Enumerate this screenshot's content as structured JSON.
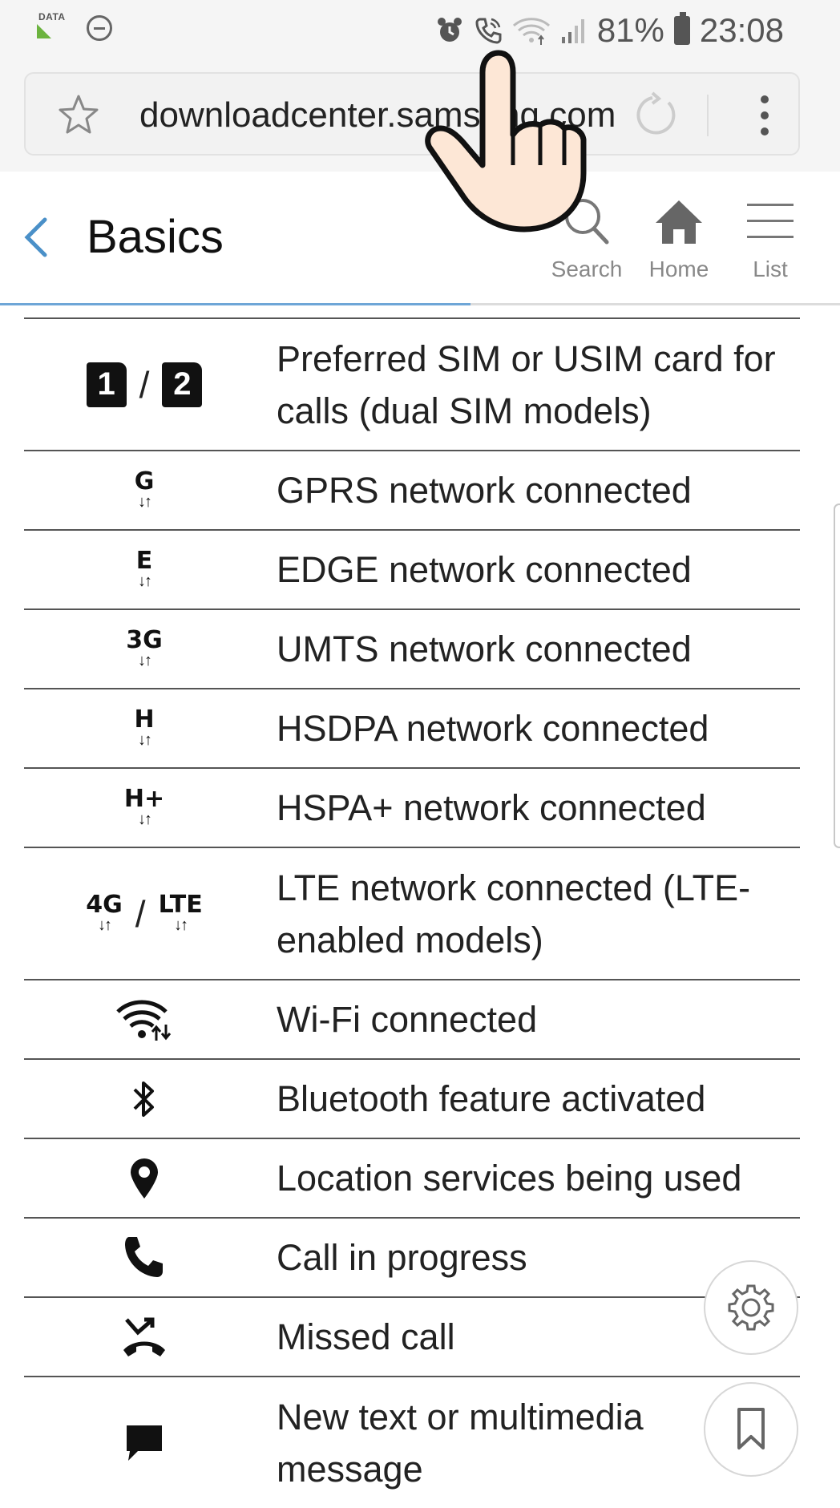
{
  "status_bar": {
    "data_label": "DATA",
    "battery": "81%",
    "time": "23:08"
  },
  "browser": {
    "url": "downloadcenter.samsung.com"
  },
  "header": {
    "title": "Basics",
    "actions": [
      {
        "label": "Search"
      },
      {
        "label": "Home"
      },
      {
        "label": "List"
      }
    ]
  },
  "reading_progress": 0.56,
  "icons_table": [
    {
      "icon_left": "1",
      "icon_right": "2",
      "desc": "Preferred SIM or USIM card for calls (dual SIM models)"
    },
    {
      "icon_letter": "G",
      "desc": "GPRS network connected"
    },
    {
      "icon_letter": "E",
      "desc": "EDGE network connected"
    },
    {
      "icon_letter": "3G",
      "desc": "UMTS network connected"
    },
    {
      "icon_letter": "H",
      "desc": "HSDPA network connected"
    },
    {
      "icon_letter": "H+",
      "desc": "HSPA+ network connected"
    },
    {
      "icon_left": "4G",
      "icon_right": "LTE",
      "desc": "LTE network connected (LTE-enabled models)"
    },
    {
      "icon": "wifi-icon",
      "desc": "Wi-Fi connected"
    },
    {
      "icon": "bluetooth-icon",
      "desc": "Bluetooth feature activated"
    },
    {
      "icon": "location-pin-icon",
      "desc": "Location services being used"
    },
    {
      "icon": "phone-icon",
      "desc": "Call in progress"
    },
    {
      "icon": "missed-call-icon",
      "desc": "Missed call"
    },
    {
      "icon": "message-icon",
      "desc": "New text or multimedia message"
    }
  ],
  "colors": {
    "accent": "#4a90c8",
    "status_bar_bg": "#f5f5f5",
    "row_divider": "#555555"
  }
}
